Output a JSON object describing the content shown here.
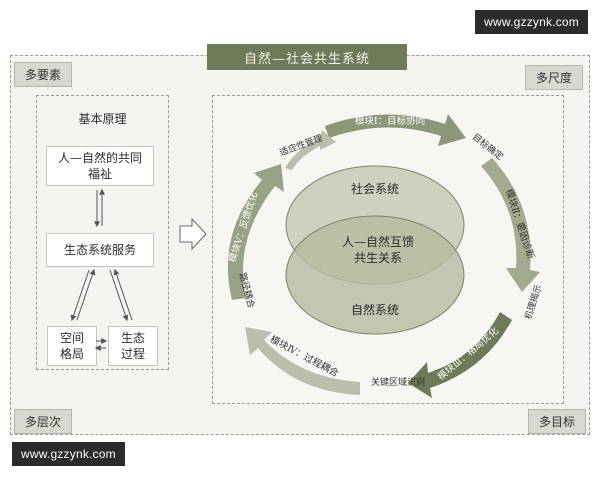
{
  "watermark_top": "www.gzzynk.com",
  "watermark_bottom": "www.gzzynk.com",
  "title": "自然—社会共生系统",
  "corners": {
    "top_left": "多要素",
    "top_right": "多尺度",
    "bottom_left": "多层次",
    "bottom_right": "多目标"
  },
  "left_panel": {
    "heading": "基本原理",
    "common_welfare_line1": "人—自然的共同",
    "common_welfare_line2": "福祉",
    "ecosystem_services": "生态系统服务",
    "spatial_pattern_line1": "空间",
    "spatial_pattern_line2": "格局",
    "eco_process_line1": "生态",
    "eco_process_line2": "过程"
  },
  "center": {
    "social_system": "社会系统",
    "coupling_line1": "人—自然互馈",
    "coupling_line2": "共生关系",
    "natural_system": "自然系统"
  },
  "modules": {
    "m1": "模块Ⅰ：目标协同",
    "m2": "模块Ⅱ：要因诊断",
    "m3": "模块Ⅲ：格局优化",
    "m4": "模块Ⅳ：过程耦合",
    "m5": "模块Ⅴ：反馈优化"
  },
  "links": {
    "goal_setting": "目标确定",
    "mechanism": "机理揭示",
    "key_area": "关键区域识别",
    "path_coupling": "路径耦合",
    "adaptive_mgmt": "适应性管理"
  },
  "colors": {
    "dark_olive": "#6e7a58",
    "mid_olive": "#8c977a",
    "light_olive": "#b9bfaa",
    "ellipse_top": "#cdd2c0",
    "ellipse_bottom": "#b4bb9f",
    "frame_bg": "#f4f4f0"
  }
}
